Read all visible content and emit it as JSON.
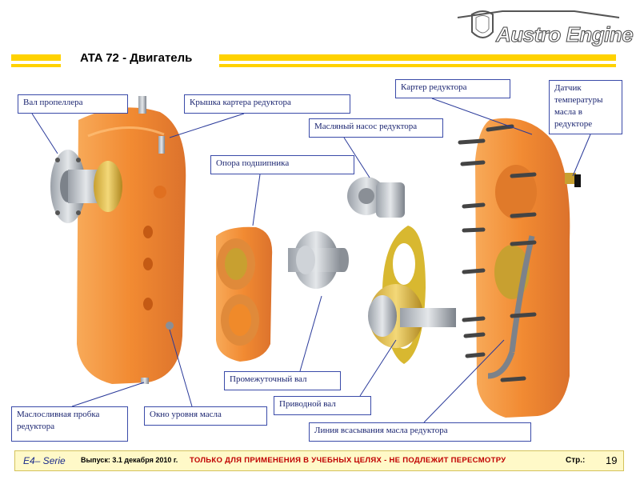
{
  "brand": {
    "name": "Austro Engine"
  },
  "header": {
    "title": "ATA 72 - Двигатель"
  },
  "labels": {
    "propeller_shaft": "Вал пропеллера",
    "gearbox_cover": "Крышка картера редуктора",
    "gearbox_housing": "Картер редуктора",
    "temp_sensor": "Датчик температуры масла в редукторе",
    "oil_pump": "Масляный насос редуктора",
    "bearing_support": "Опора подшипника",
    "intermediate_shaft": "Промежуточный вал",
    "drive_shaft": "Приводной вал",
    "oil_suction_line": "Линия всасывания масла редуктора",
    "drain_plug": "Маслосливная пробка редуктора",
    "oil_level_window": "Окно уровня масла"
  },
  "footer": {
    "serie": "E4– Serie",
    "issue": "Выпуск: 3.1 декабря 2010 г.",
    "warning": "ТОЛЬКО ДЛЯ ПРИМЕНЕНИЯ В УЧЕБНЫХ ЦЕЛЯХ - НЕ ПОДЛЕЖИТ ПЕРЕСМОТРУ",
    "page_label": "Стр.:",
    "page_number": "19"
  },
  "colors": {
    "accent": "#ffd200",
    "housing": "#f08a2a",
    "label_border": "#3a4aa8",
    "warning": "#c00000"
  }
}
